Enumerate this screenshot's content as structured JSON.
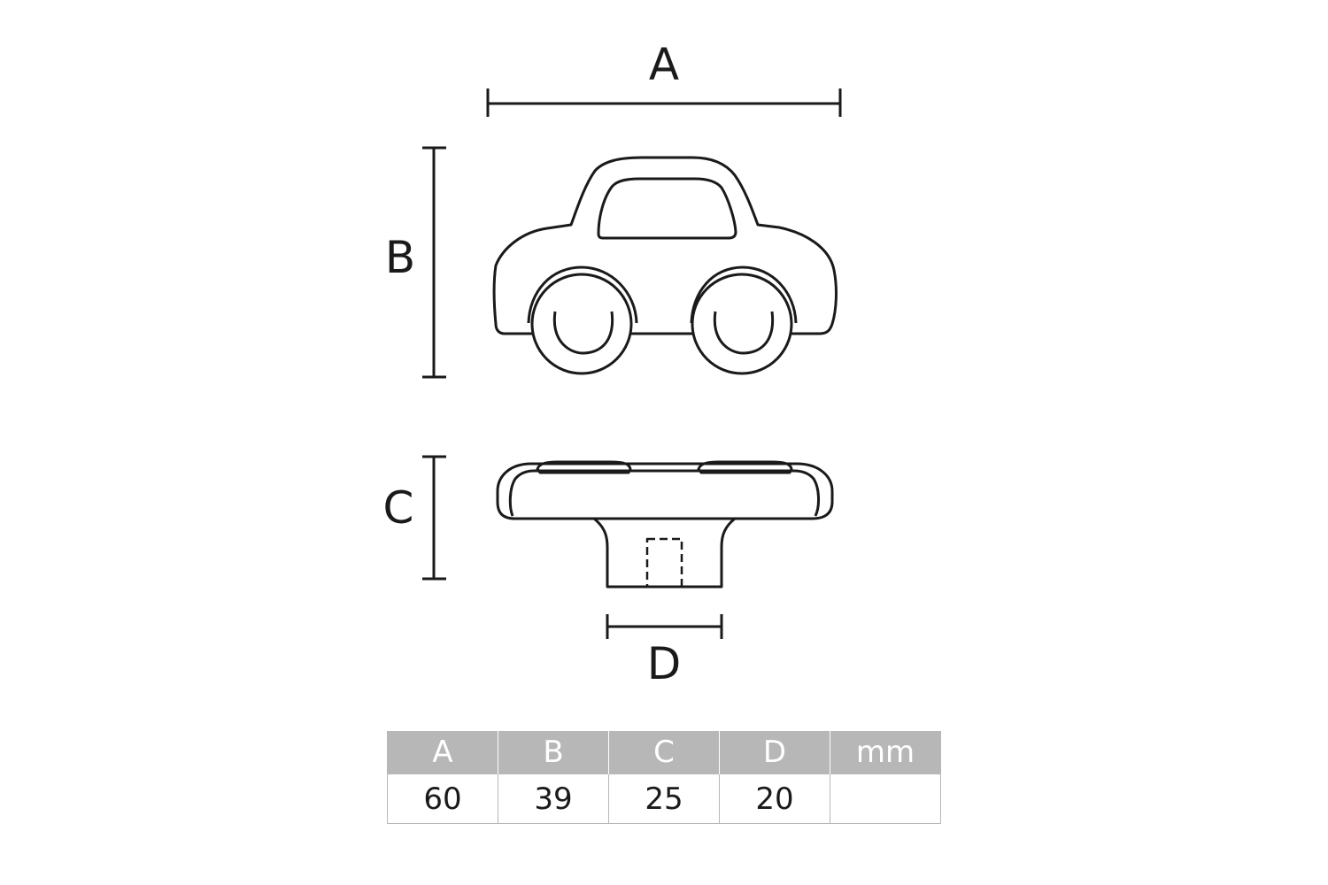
{
  "dimension_labels": {
    "a": "A",
    "b": "B",
    "c": "C",
    "d": "D"
  },
  "table": {
    "headers": [
      "A",
      "B",
      "C",
      "D",
      "mm"
    ],
    "values": [
      "60",
      "39",
      "25",
      "20",
      ""
    ]
  },
  "colors": {
    "line": "#1a1a1a",
    "header_bg": "#b7b7b7",
    "header_text": "#ffffff"
  }
}
